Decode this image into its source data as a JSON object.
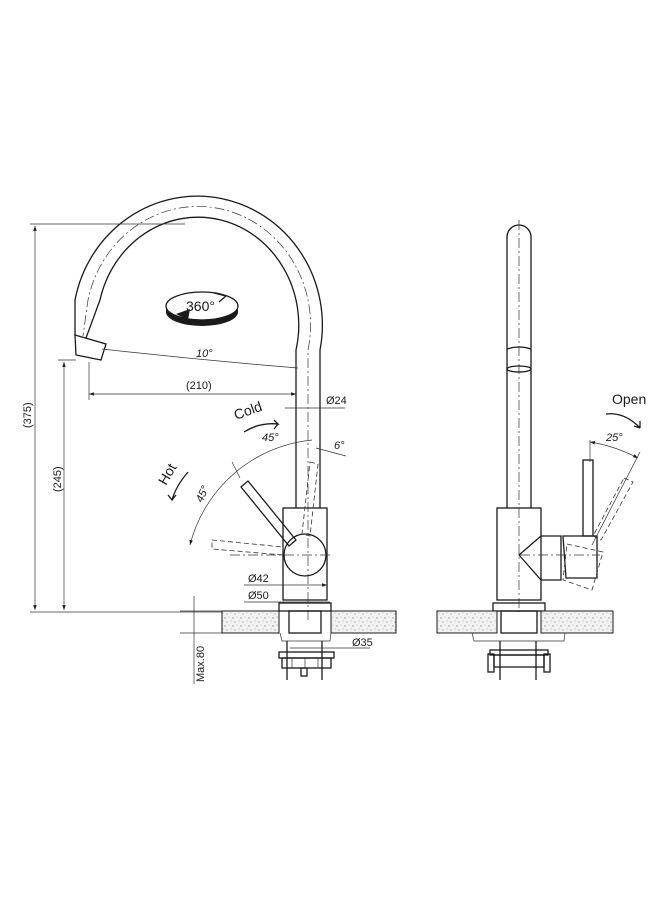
{
  "front_view": {
    "rotation_label": "360°",
    "spout_angle_label": "10°",
    "reach_label": "(210)",
    "spout_diameter_label": "Ø24",
    "cold_label": "Cold",
    "hot_label": "Hot",
    "cold_angle_label": "45°",
    "hot_angle_label": "45°",
    "tilt_angle_label": "6°",
    "body_inner_diameter_label": "Ø42",
    "body_outer_diameter_label": "Ø50",
    "shank_diameter_label": "Ø35",
    "total_height_label": "(375)",
    "spout_height_label": "(245)",
    "max_thickness_label": "Max.80"
  },
  "side_view": {
    "open_label": "Open",
    "open_angle_label": "25°"
  },
  "colors": {
    "line": "#1a1a1a",
    "background": "#ffffff"
  }
}
